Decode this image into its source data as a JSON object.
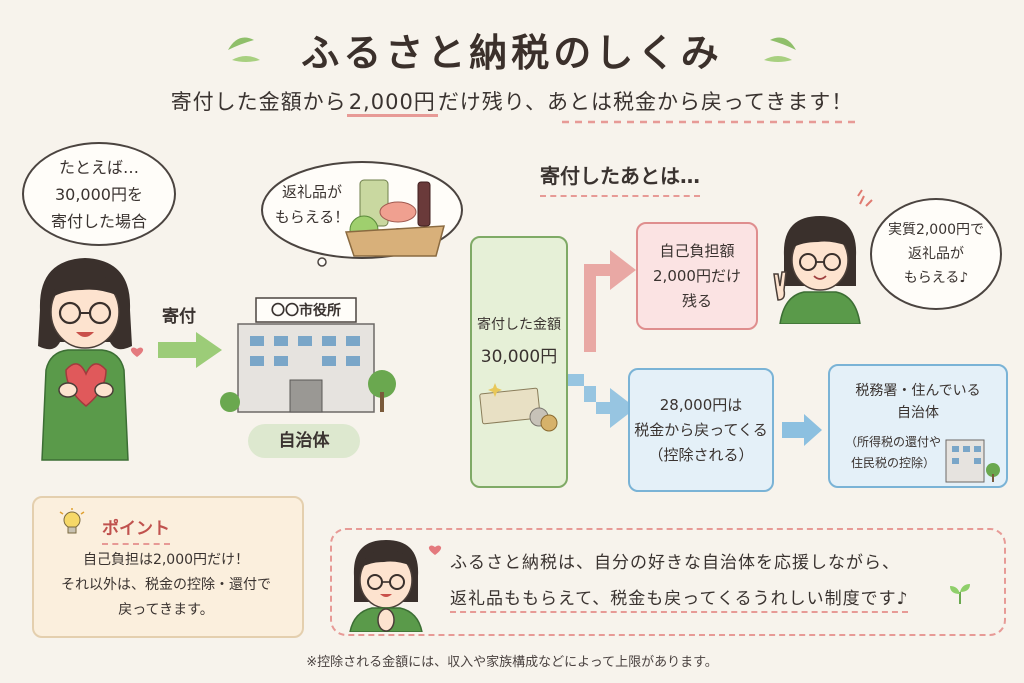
{
  "header": {
    "title": "ふるさと納税のしくみ",
    "subtitle_pre": "寄付した金額から",
    "subtitle_hl": "2,000円",
    "subtitle_post": "だけ残り、あとは税金から戻ってきます！"
  },
  "left": {
    "bubble": "たとえば…\n30,000円を\n寄付した場合",
    "arrow_label": "寄付",
    "city_hall_sign": "〇〇市役所",
    "city_hall_label": "自治体",
    "gift_bubble": "返礼品が\nもらえる！"
  },
  "flow": {
    "heading": "寄付したあとは…",
    "donation_box_label": "寄付した金額",
    "donation_box_value": "30,000円",
    "self_burden_box": "自己負担額\n2,000円だけ\n残る",
    "refund_box_line1": "28,000円は",
    "refund_box_line2": "税金から戻ってくる",
    "refund_box_line3": "（控除される）",
    "tax_office_title": "税務署・住んでいる\n自治体",
    "tax_office_note": "（所得税の還付や\n住民税の控除）",
    "happy_bubble": "実質2,000円で\n返礼品が\nもらえる♪"
  },
  "point": {
    "title": "ポイント",
    "text": "自己負担は2,000円だけ！\nそれ以外は、税金の控除・還付で\n戻ってきます。"
  },
  "summary": {
    "line1": "ふるさと納税は、自分の好きな自治体を応援しながら、",
    "line2": "返礼品ももらえて、税金も戻ってくるうれしい制度です♪"
  },
  "footnote": "※控除される金額には、収入や家族構成などによって上限があります。",
  "colors": {
    "green": "#7faa66",
    "pink": "#df8e8e",
    "blue": "#7ab3d6",
    "accent_underline": "#e79a96"
  }
}
